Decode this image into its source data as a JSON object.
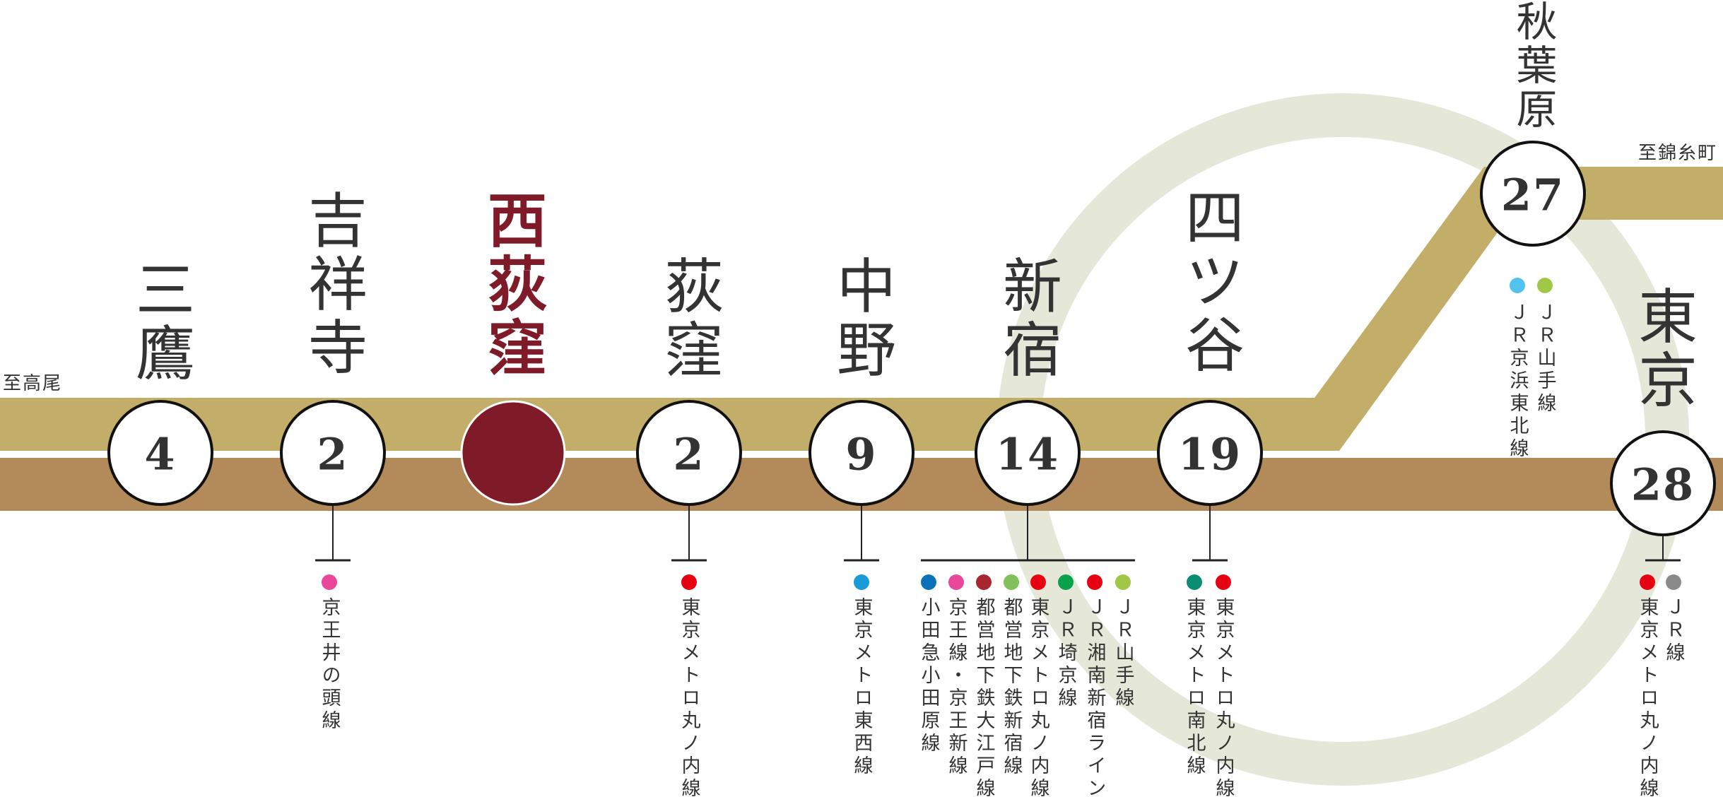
{
  "directions": {
    "west": "至高尾",
    "east": "至錦糸町"
  },
  "colors": {
    "chuo_rapid": "#c2ae69",
    "chuo_sobu": "#b38b5b",
    "yamanote_ring": "#e5e8d9",
    "current_station": "#7f1a28"
  },
  "stations": [
    {
      "name": "三鷹",
      "minutes": "4",
      "lines": [],
      "current": false
    },
    {
      "name": "吉祥寺",
      "minutes": "2",
      "lines": [
        {
          "label": "京王井の頭線",
          "color": "#e8479a"
        }
      ],
      "current": false
    },
    {
      "name": "西荻窪",
      "minutes": "",
      "lines": [],
      "current": true
    },
    {
      "name": "荻窪",
      "minutes": "2",
      "lines": [
        {
          "label": "東京メトロ丸ノ内線",
          "color": "#e60012"
        }
      ],
      "current": false
    },
    {
      "name": "中野",
      "minutes": "9",
      "lines": [
        {
          "label": "東京メトロ東西線",
          "color": "#1a9ad6"
        }
      ],
      "current": false
    },
    {
      "name": "新宿",
      "minutes": "14",
      "lines": [
        {
          "label": "小田急小田原線",
          "color": "#0b72b9"
        },
        {
          "label": "京王線・京王新線",
          "color": "#e8479a"
        },
        {
          "label": "都営地下鉄大江戸線",
          "color": "#a8262f"
        },
        {
          "label": "都営地下鉄新宿線",
          "color": "#82c05b"
        },
        {
          "label": "東京メトロ丸ノ内線",
          "color": "#e60012"
        },
        {
          "label": "ＪＲ埼京線",
          "color": "#0aa14b"
        },
        {
          "label": "ＪＲ湘南新宿ライン",
          "color": "#e60012"
        },
        {
          "label": "ＪＲ山手線",
          "color": "#a0c846"
        }
      ],
      "current": false
    },
    {
      "name": "四ツ谷",
      "minutes": "19",
      "lines": [
        {
          "label": "東京メトロ南北線",
          "color": "#0b8c74"
        },
        {
          "label": "東京メトロ丸ノ内線",
          "color": "#e60012"
        }
      ],
      "current": false
    },
    {
      "name": "秋葉原",
      "minutes": "27",
      "lines": [
        {
          "label": "ＪＲ京浜東北線",
          "color": "#52c2ee"
        },
        {
          "label": "ＪＲ山手線",
          "color": "#a0c846"
        }
      ],
      "current": false
    },
    {
      "name": "東京",
      "minutes": "28",
      "lines": [
        {
          "label": "東京メトロ丸ノ内線",
          "color": "#e60012"
        },
        {
          "label": "ＪＲ線",
          "color": "#8a8a8a"
        }
      ],
      "current": false
    }
  ]
}
